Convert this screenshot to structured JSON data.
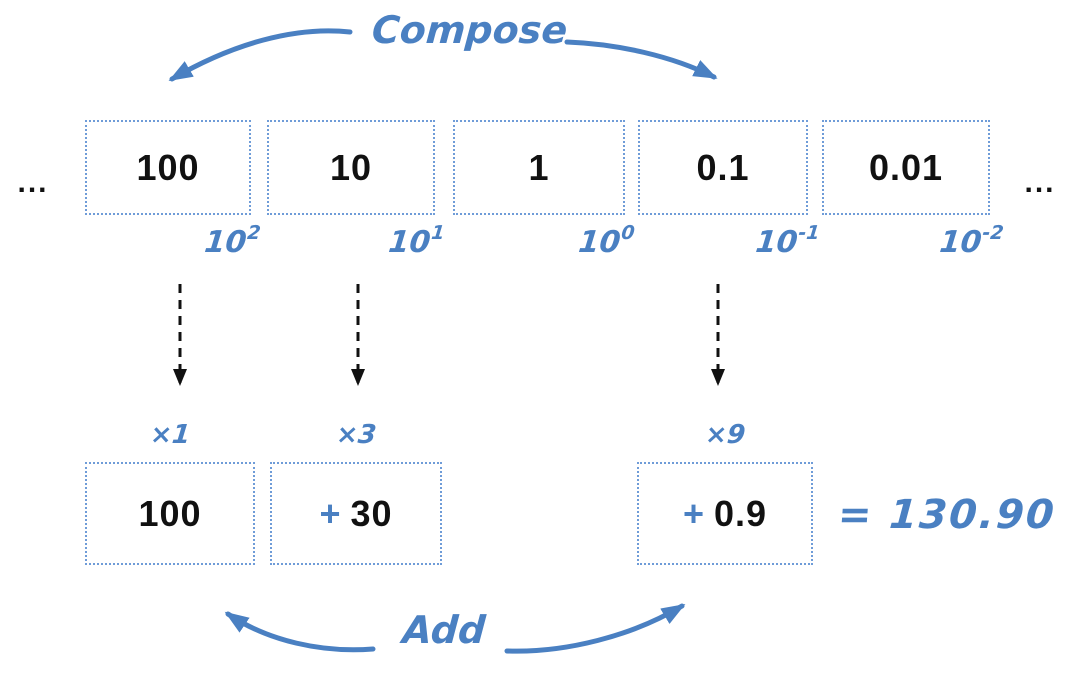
{
  "colors": {
    "blue_accent": "#4a80c2",
    "box_border_blue": "#6f9cd8",
    "text_black": "#111111"
  },
  "compose_label": "Compose",
  "add_label": "Add",
  "ellipsis": "...",
  "place_values": [
    {
      "value": "100",
      "power_base": "10",
      "power_exp": "2"
    },
    {
      "value": "10",
      "power_base": "10",
      "power_exp": "1"
    },
    {
      "value": "1",
      "power_base": "10",
      "power_exp": "0"
    },
    {
      "value": "0.1",
      "power_base": "10",
      "power_exp": "-1"
    },
    {
      "value": "0.01",
      "power_base": "10",
      "power_exp": "-2"
    }
  ],
  "decomposition": [
    {
      "multiplier": "×1",
      "operator": "",
      "value": "100"
    },
    {
      "multiplier": "×3",
      "operator": "+",
      "value": "30"
    },
    {
      "multiplier": "×9",
      "operator": "+",
      "value": "0.9"
    }
  ],
  "result": "= 130.90"
}
